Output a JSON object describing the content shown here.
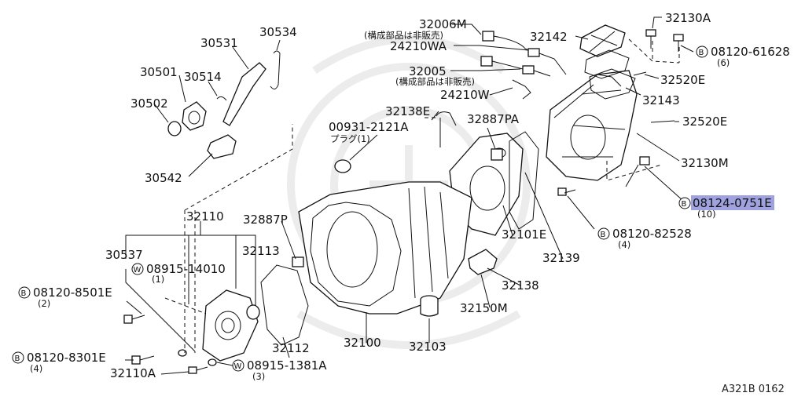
{
  "diagram": {
    "code": "A321B 0162",
    "selected_label": "08124-0751E",
    "labels": {
      "p32006M": "32006M",
      "p32006M_note": "(構成部品は非販売)",
      "p24210WA": "24210WA",
      "p32005": "32005",
      "p32005_note": "(構成部品は非販売)",
      "p24210W": "24210W",
      "p32130A": "32130A",
      "p32142": "32142",
      "p08120_61628": "08120-61628",
      "p08120_61628_qty": "(6)",
      "p32520E_a": "32520E",
      "p32143": "32143",
      "p32520E_b": "32520E",
      "p32130M": "32130M",
      "p08124_0751E_qty": "(10)",
      "p08120_82528": "08120-82528",
      "p08120_82528_qty": "(4)",
      "p32138E": "32138E",
      "p32887PA": "32887PA",
      "p00931_2121A": "00931-2121A",
      "p00931_note": "プラグ(1)",
      "p30534": "30534",
      "p30531": "30531",
      "p30501": "30501",
      "p30514": "30514",
      "p30502": "30502",
      "p30542": "30542",
      "p32110": "32110",
      "p32887P": "32887P",
      "p32101E": "32101E",
      "p32139": "32139",
      "p30537": "30537",
      "p08915_14010": "08915-14010",
      "p08915_14010_qty": "(1)",
      "p32113": "32113",
      "p32138": "32138",
      "p08120_8501E": "08120-8501E",
      "p08120_8501E_qty": "(2)",
      "p32150M": "32150M",
      "p08120_8301E": "08120-8301E",
      "p08120_8301E_qty": "(4)",
      "p32112": "32112",
      "p32100": "32100",
      "p32103": "32103",
      "p08915_1381A": "08915-1381A",
      "p08915_1381A_qty": "(3)",
      "p32110A": "32110A"
    },
    "markers": {
      "bolt": "B",
      "washer": "W"
    }
  }
}
